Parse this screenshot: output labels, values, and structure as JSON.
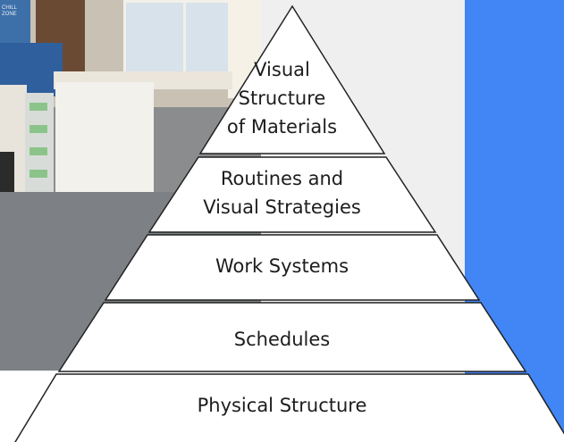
{
  "diagram": {
    "type": "pyramid",
    "levels": [
      {
        "lines": [
          "Visual",
          "Structure",
          "of Materials"
        ]
      },
      {
        "lines": [
          "Routines and",
          "Visual Strategies"
        ]
      },
      {
        "lines": [
          "Work Systems"
        ]
      },
      {
        "lines": [
          "Schedules"
        ]
      },
      {
        "lines": [
          "Physical Structure"
        ]
      }
    ]
  },
  "photo": {
    "sign_text": "CHILL ZONE"
  },
  "colors": {
    "accent_panel": "#4285f4",
    "pyramid_fill": "#ffffff",
    "pyramid_stroke": "#222222",
    "background_right": "#efefef"
  }
}
